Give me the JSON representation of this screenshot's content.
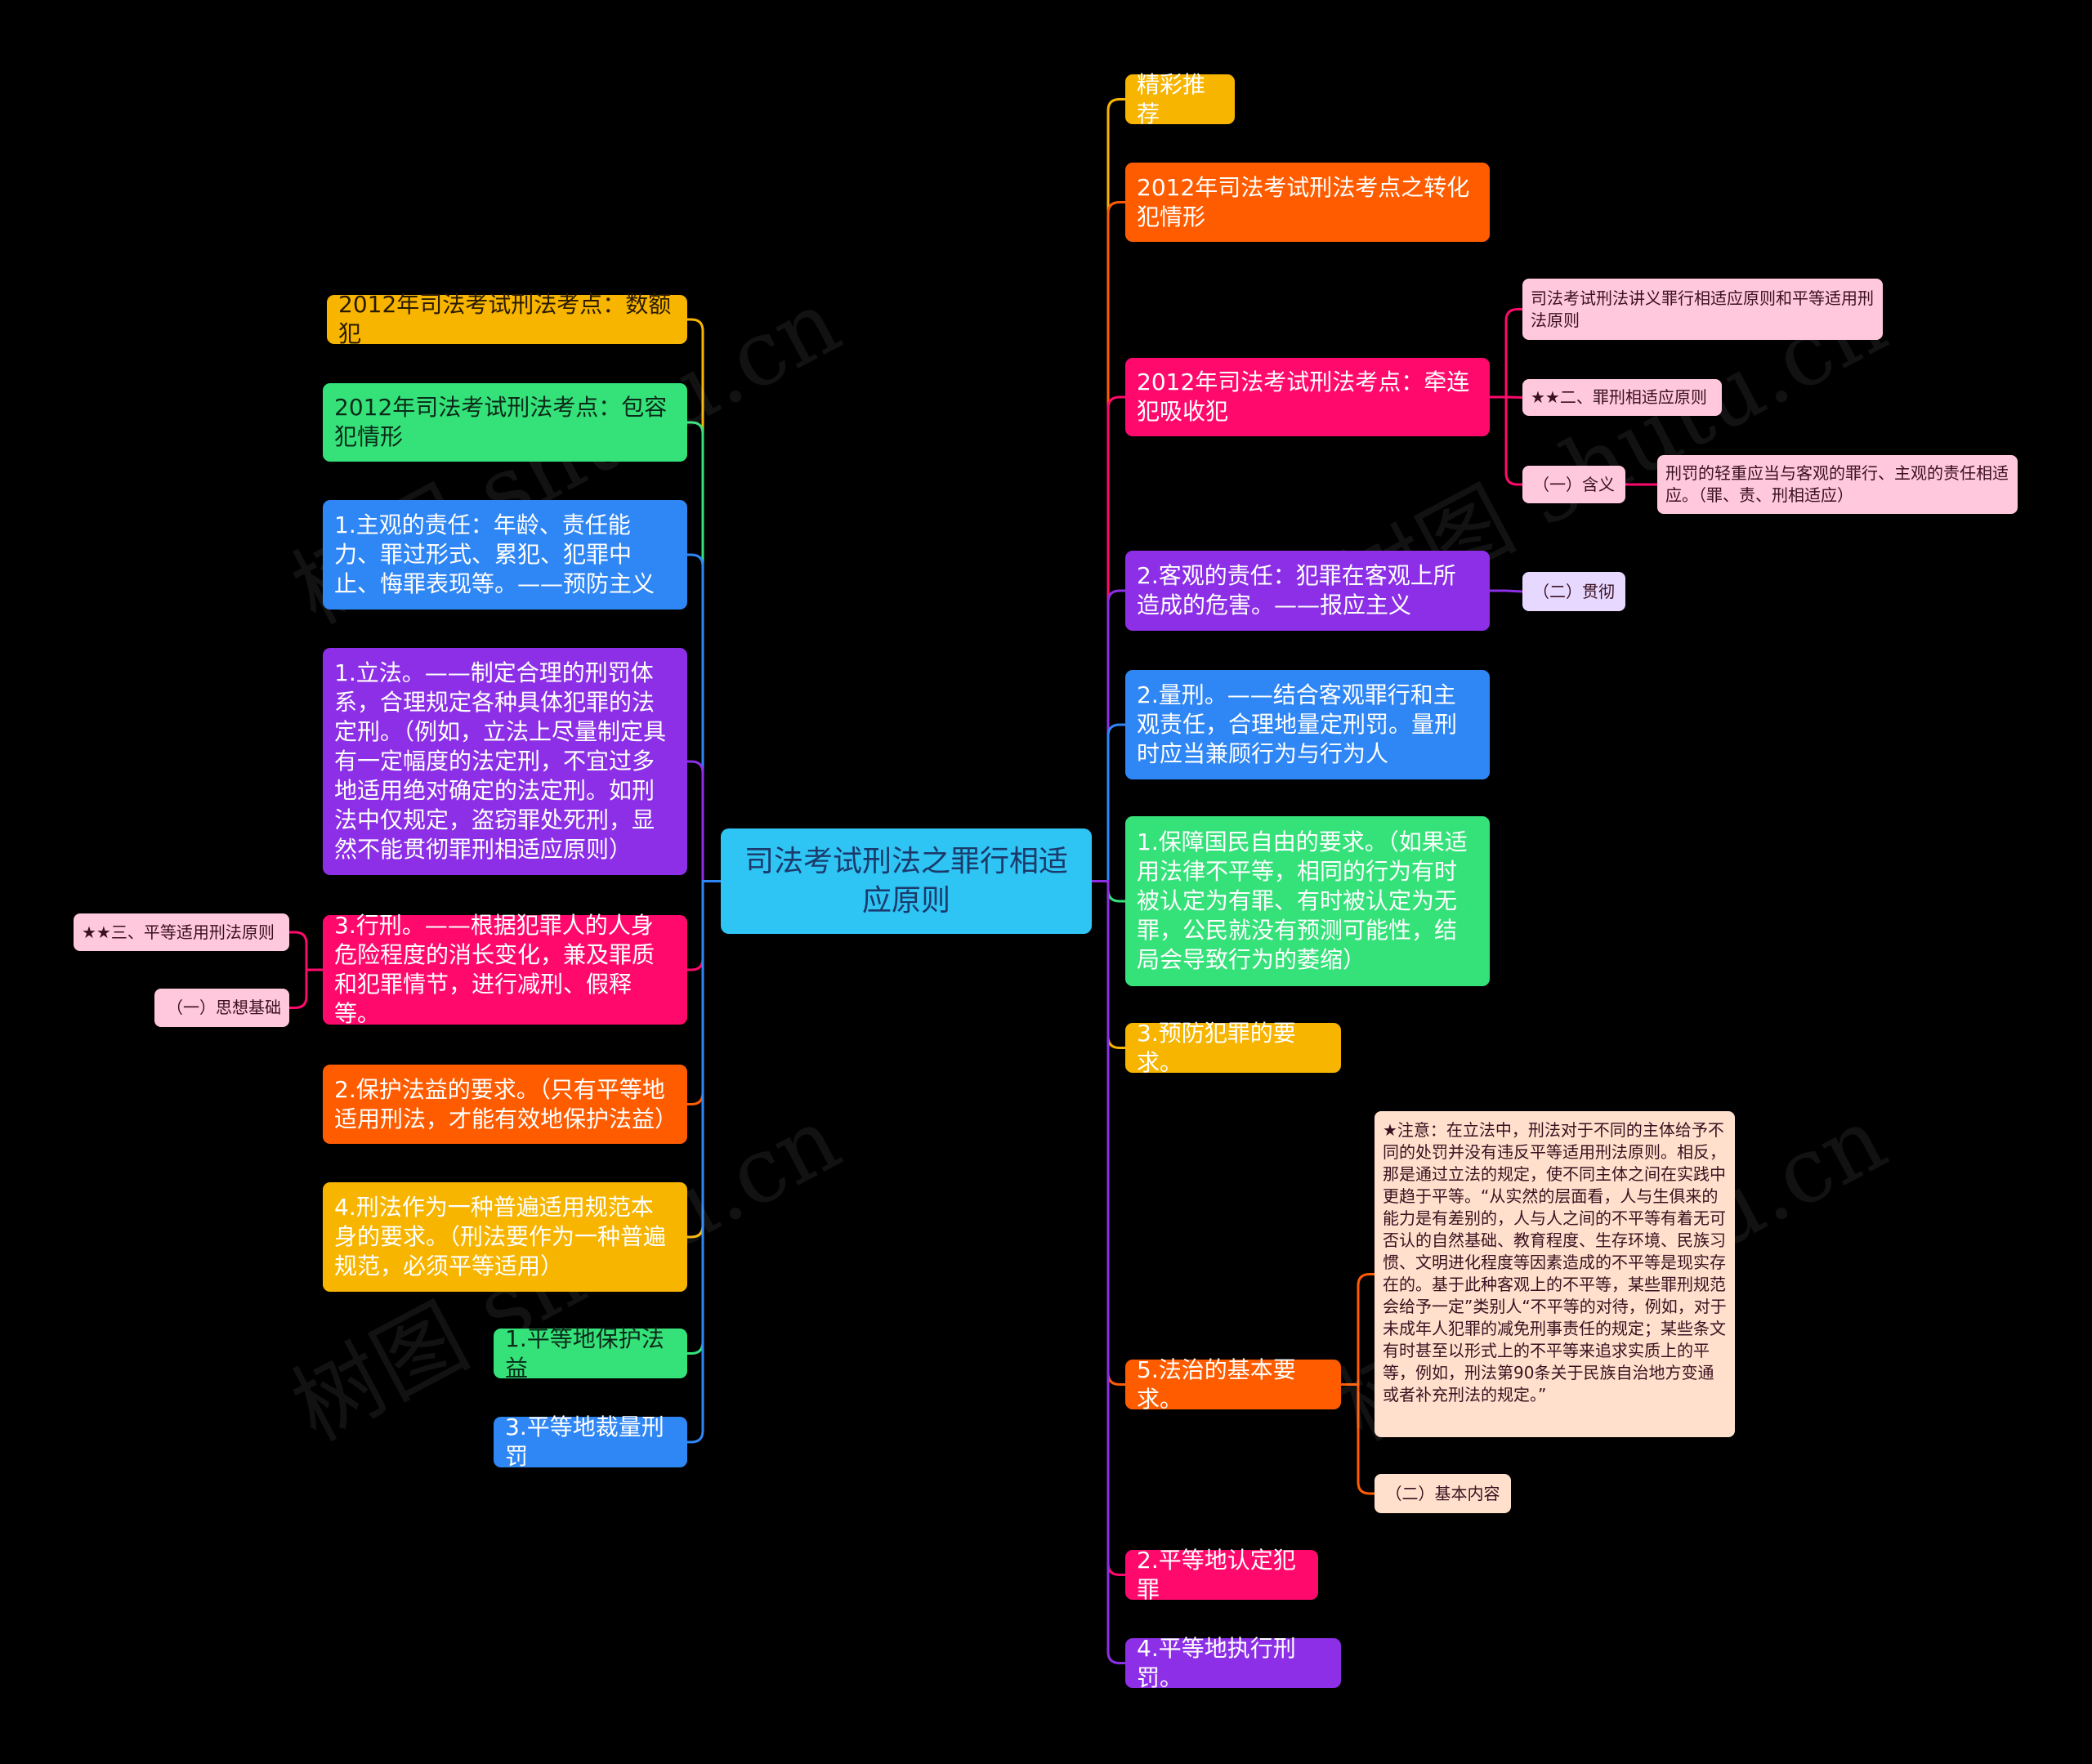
{
  "center": "司法考试刑法之罪行相适应原则",
  "right": [
    {
      "id": "r1",
      "text": "精彩推荐",
      "color": "#f7b500"
    },
    {
      "id": "r2",
      "text": "2012年司法考试刑法考点之转化犯情形",
      "color": "#ff5c00"
    },
    {
      "id": "r3",
      "text": "2012年司法考试刑法考点：牵连犯吸收犯",
      "color": "#ff0a6c"
    },
    {
      "id": "r4",
      "text": "2.客观的责任：犯罪在客观上所造成的危害。——报应主义",
      "color": "#8c2fe6"
    },
    {
      "id": "r5",
      "text": "2.量刑。——结合客观罪行和主观责任，合理地量定刑罚。量刑时应当兼顾行为与行为人",
      "color": "#2f86f5"
    },
    {
      "id": "r6",
      "text": "1.保障国民自由的要求。（如果适用法律不平等，相同的行为有时被认定为有罪、有时被认定为无罪，公民就没有预测可能性，结局会导致行为的萎缩）",
      "color": "#35e27a"
    },
    {
      "id": "r7",
      "text": "3.预防犯罪的要求。",
      "color": "#f7b500"
    },
    {
      "id": "r8",
      "text": "5.法治的基本要求。",
      "color": "#ff5c00"
    },
    {
      "id": "r9",
      "text": "2.平等地认定犯罪",
      "color": "#ff0a6c"
    },
    {
      "id": "r10",
      "text": "4.平等地执行刑罚。",
      "color": "#8c2fe6"
    }
  ],
  "right_sub": [
    {
      "id": "rs1",
      "text": "司法考试刑法讲义罪行相适应原则和平等适用刑法原则"
    },
    {
      "id": "rs2",
      "text": "★★二、罪刑相适应原则"
    },
    {
      "id": "rs3",
      "text": "（一）含义"
    },
    {
      "id": "rs4",
      "text": "刑罚的轻重应当与客观的罪行、主观的责任相适应。（罪、责、刑相适应）"
    },
    {
      "id": "rs5",
      "text": "（二）贯彻"
    },
    {
      "id": "rs6",
      "text": "★注意：在立法中，刑法对于不同的主体给予不同的处罚并没有违反平等适用刑法原则。相反，那是通过立法的规定，使不同主体之间在实践中更趋于平等。“从实然的层面看，人与生俱来的能力是有差别的，人与人之间的不平等有着无可否认的自然基础、教育程度、生存环境、民族习惯、文明进化程度等因素造成的不平等是现实存在的。基于此种客观上的不平等，某些罪刑规范会给予一定”类别人“不平等的对待，例如，对于未成年人犯罪的减免刑事责任的规定；某些条文有时甚至以形式上的不平等来追求实质上的平等，例如，刑法第90条关于民族自治地方变通或者补充刑法的规定。”"
    },
    {
      "id": "rs7",
      "text": "（二）基本内容"
    }
  ],
  "left": [
    {
      "id": "l1",
      "text": "2012年司法考试刑法考点：数额犯",
      "color": "#f7b500"
    },
    {
      "id": "l2",
      "text": "2012年司法考试刑法考点：包容犯情形",
      "color": "#35e27a"
    },
    {
      "id": "l3",
      "text": "1.主观的责任：年龄、责任能力、罪过形式、累犯、犯罪中止、悔罪表现等。——预防主义",
      "color": "#2f86f5"
    },
    {
      "id": "l4",
      "text": "1.立法。——制定合理的刑罚体系，合理规定各种具体犯罪的法定刑。（例如，立法上尽量制定具有一定幅度的法定刑，不宜过多地适用绝对确定的法定刑。如刑法中仅规定，盗窃罪处死刑，显然不能贯彻罪刑相适应原则）",
      "color": "#8c2fe6"
    },
    {
      "id": "l5",
      "text": "3.行刑。——根据犯罪人的人身危险程度的消长变化，兼及罪质和犯罪情节，进行减刑、假释等。",
      "color": "#ff0a6c"
    },
    {
      "id": "l6",
      "text": "2.保护法益的要求。（只有平等地适用刑法，才能有效地保护法益）",
      "color": "#ff5c00"
    },
    {
      "id": "l7",
      "text": "4.刑法作为一种普遍适用规范本身的要求。（刑法要作为一种普遍规范，必须平等适用）",
      "color": "#f7b500"
    },
    {
      "id": "l8",
      "text": "1.平等地保护法益",
      "color": "#35e27a"
    },
    {
      "id": "l9",
      "text": "3.平等地裁量刑罚",
      "color": "#2f86f5"
    }
  ],
  "left_sub": [
    {
      "id": "ls1",
      "text": "★★三、平等适用刑法原则"
    },
    {
      "id": "ls2",
      "text": "（一）思想基础"
    }
  ],
  "watermark": "树图 shutu.cn"
}
